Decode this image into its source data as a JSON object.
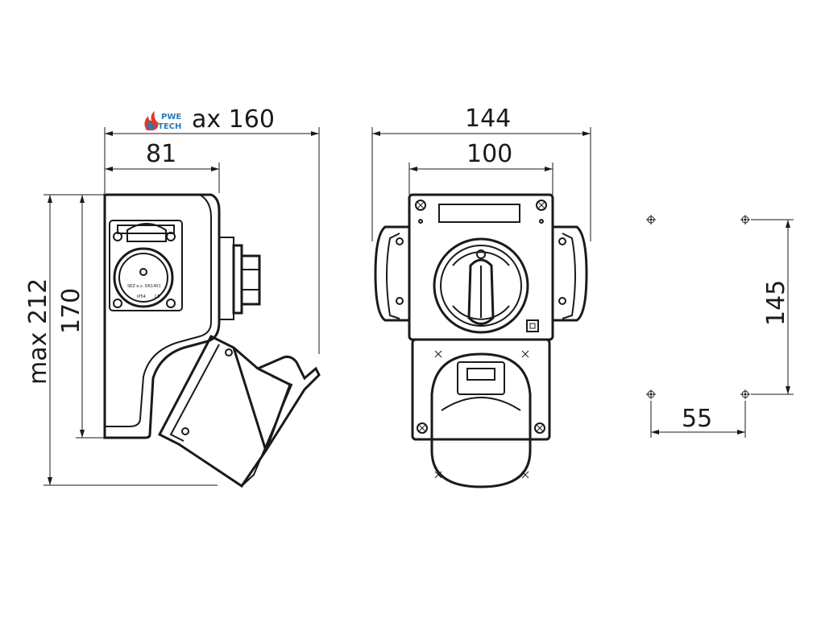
{
  "logo": {
    "line1": "PWE",
    "line2": "TECH",
    "accent": "#2a7ab8",
    "flame": "#e0392b"
  },
  "dimensions": {
    "side_max_width": "ax 160",
    "side_body_width": "81",
    "side_max_height": "max 212",
    "side_body_height": "170",
    "front_total_width": "144",
    "front_body_width": "100",
    "mount_vertical": "145",
    "mount_horizontal": "55"
  },
  "socket_markings": {
    "line1": "SEZ  e.s. DK1401",
    "rating": "IP54",
    "mark": "CE"
  }
}
